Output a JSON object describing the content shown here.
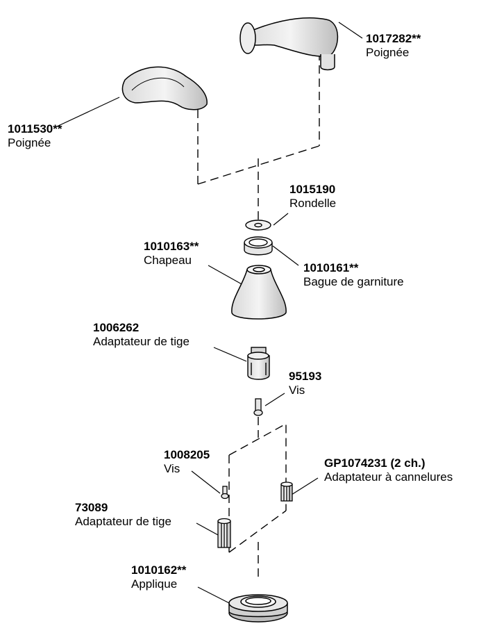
{
  "parts": {
    "handle_right": {
      "number": "1017282**",
      "description": "Poignée"
    },
    "handle_left": {
      "number": "1011530**",
      "description": "Poignée"
    },
    "washer": {
      "number": "1015190",
      "description": "Rondelle"
    },
    "cap": {
      "number": "1010163**",
      "description": "Chapeau"
    },
    "trim_ring": {
      "number": "1010161**",
      "description": "Bague de garniture"
    },
    "stem_adapter_top": {
      "number": "1006262",
      "description": "Adaptateur de tige"
    },
    "screw_top": {
      "number": "95193",
      "description": "Vis"
    },
    "screw_small": {
      "number": "1008205",
      "description": "Vis"
    },
    "spline_adapter": {
      "number": "GP1074231 (2 ch.)",
      "description": "Adaptateur à cannelures"
    },
    "stem_adapter_bottom": {
      "number": "73089",
      "description": "Adaptateur de tige"
    },
    "escutcheon": {
      "number": "1010162**",
      "description": "Applique"
    }
  }
}
